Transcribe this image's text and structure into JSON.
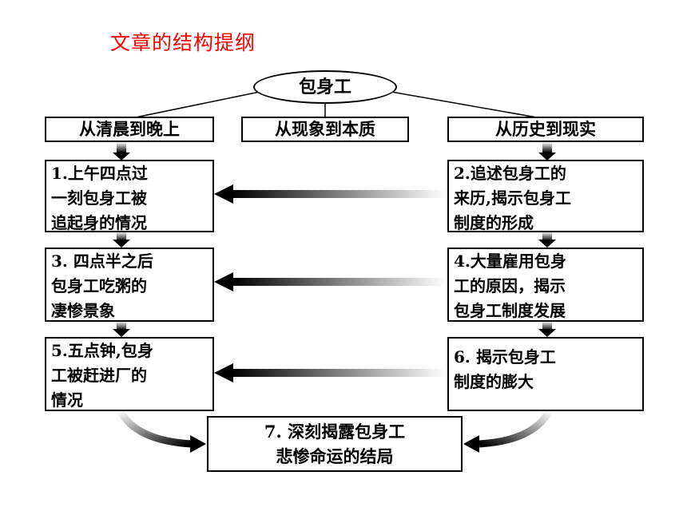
{
  "title": "文章的结构提纲",
  "center": "包身工",
  "headers": {
    "left": "从清晨到晚上",
    "middle": "从现象到本质",
    "right": "从历史到现实"
  },
  "left_boxes": [
    "1.上午四点过\n一刻包身工被\n追起身的情况",
    "3. 四点半之后\n包身工吃粥的\n凄惨景象",
    "5.五点钟,包身\n工被赶进厂的\n情况"
  ],
  "right_boxes": [
    "2.追述包身工的\n来历,揭示包身工\n制度的形成",
    "4.大量雇用包身\n工的原因，揭示\n包身工制度发展",
    "6. 揭示包身工\n制度的膨大"
  ],
  "bottom_box": "7. 深刻揭露包身工\n悲惨命运的结局"
}
